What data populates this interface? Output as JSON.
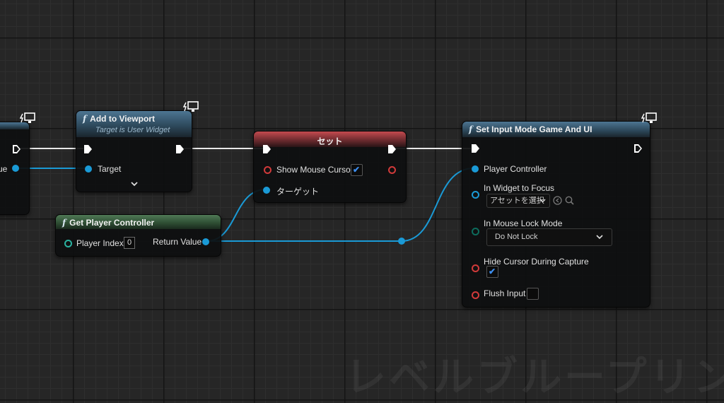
{
  "watermark": "レベルブループリント",
  "nodes": {
    "prev": {
      "pin_label": "ue"
    },
    "add_to_viewport": {
      "title": "Add to Viewport",
      "subtitle": "Target is User Widget",
      "target_label": "Target",
      "expand_icon": "chevron-down-icon"
    },
    "set_node": {
      "title": "セット",
      "show_mouse_cursor_label": "Show Mouse Cursor",
      "show_mouse_cursor_checked": true,
      "target_label": "ターゲット"
    },
    "get_player_controller": {
      "title": "Get Player Controller",
      "player_index_label": "Player Index",
      "player_index_value": "0",
      "return_value_label": "Return Value"
    },
    "set_input_mode": {
      "title": "Set Input Mode Game And UI",
      "player_controller_label": "Player Controller",
      "in_widget_label": "In Widget to Focus",
      "asset_select_value": "アセットを選択",
      "mouse_lock_label": "In Mouse Lock Mode",
      "mouse_lock_value": "Do Not Lock",
      "hide_cursor_label": "Hide Cursor During Capture",
      "hide_cursor_checked": true,
      "flush_input_label": "Flush Input",
      "flush_input_checked": false
    }
  },
  "colors": {
    "exec": "#ffffff",
    "object_pin": "#1a9ad6",
    "int_pin": "#2ab3a1",
    "bool_pin": "#d13a3a",
    "enum_pin": "#0d6b5c"
  }
}
